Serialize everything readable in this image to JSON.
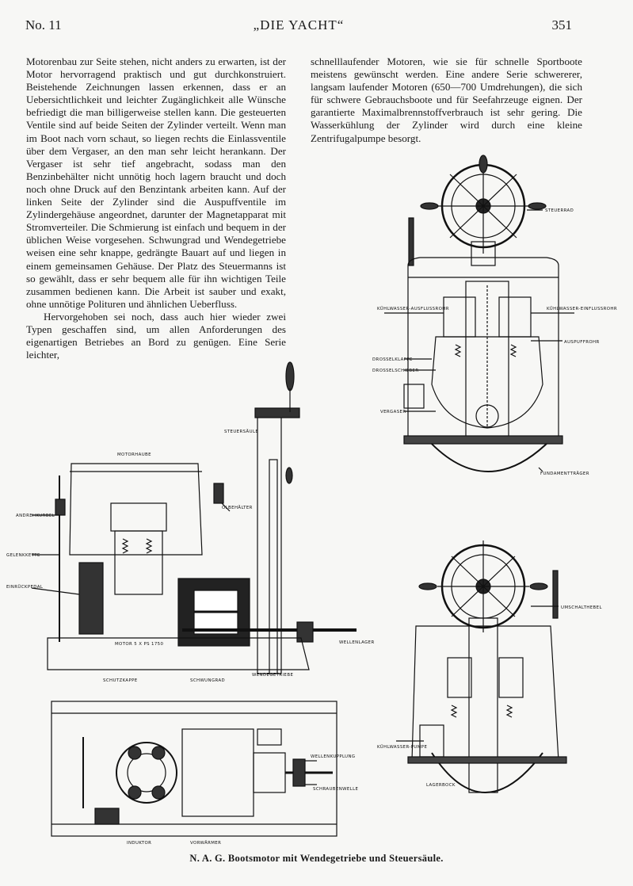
{
  "header": {
    "issue": "No. 11",
    "journal": "„DIE YACHT“",
    "page": "351"
  },
  "body": {
    "left_p1": "Motorenbau zur Seite stehen, nicht anders zu erwarten, ist der Motor hervorragend praktisch und gut durchkonstruiert. Beistehende Zeichnungen lassen erkennen, dass er an Uebersichtlichkeit und leichter Zugänglichkeit alle Wünsche befriedigt die man billigerweise stellen kann. Die gesteuerten Ventile sind auf beide Seiten der Zylinder verteilt. Wenn man im Boot nach vorn schaut, so liegen rechts die Einlassventile über dem Vergaser, an den man sehr leicht herankann. Der Vergaser ist sehr tief angebracht, sodass man den Benzinbehälter nicht unnötig hoch lagern braucht und doch noch ohne Druck auf den Benzintank arbeiten kann. Auf der linken Seite der Zylinder sind die Auspuffventile im Zylindergehäuse angeordnet, darunter der Magnetapparat mit Stromverteiler. Die Schmierung ist einfach und bequem in der üblichen Weise vorgesehen. Schwungrad und Wendegetriebe weisen eine sehr knappe, gedrängte Bauart auf und liegen in einem gemeinsamen Gehäuse. Der Platz des Steuermanns ist so gewählt, dass er sehr bequem alle für ihn wichtigen Teile zusammen bedienen kann. Die Arbeit ist sauber und exakt, ohne unnötige Polituren und ähnlichen Ueberfluss.",
    "left_p2": "Hervorgehoben sei noch, dass auch hier wieder zwei Typen geschaffen sind, um allen Anforderungen des eigenartigen Betriebes an Bord zu genügen. Eine Serie leichter,",
    "right_p1": "schnelllaufender Motoren, wie sie für schnelle Sportboote meistens gewünscht werden. Eine andere Serie schwererer, langsam laufender Motoren (650—700 Umdrehungen), die sich für schwere Gebrauchsboote und für Seefahrzeuge eignen. Der garantierte Maximalbrennstoffverbrauch ist sehr gering. Die Wasserkühlung der Zylinder wird durch eine kleine Zentrifugalpumpe besorgt."
  },
  "figure_labels": {
    "steuerrad": "STEUERRAD",
    "kuehlwasser_ausfluss": "KÜHLWASSER-AUSFLUSSROHR",
    "kuehlwasser_einfluss": "KÜHLWASSER-EINFLUSSROHR",
    "auspuffrohr": "AUSPUFFROHR",
    "drosselklappe": "DROSSELKLAPPE",
    "drosselschieber": "DROSSELSCHIEBER",
    "vergaser": "VERGASER",
    "fundamenttraeger": "FUNDAMENTTRÄGER",
    "steuersaeule": "STEUERSÄULE",
    "motorhaube": "MOTORHAUBE",
    "andrehkurbel": "ANDREHKURBEL",
    "oelbehaelter": "ÖLBEHÄLTER",
    "gelenkkette": "GELENKKETTE",
    "einrueckpedal": "EINRÜCKPEDAL",
    "motor_ps": "MOTOR 5 X PS 1750",
    "wellenlager": "WELLENLAGER",
    "schutzkappe": "SCHUTZKAPPE",
    "schwungrad": "SCHWUNGRAD",
    "wendegetriebe": "WENDEGETRIEBE",
    "umschalthebel": "UMSCHALTHEBEL",
    "wellenkupplung": "WELLENKUPPLUNG",
    "schraubenwelle": "SCHRAUBENWELLE",
    "induktor": "INDUKTOR",
    "vorwaermer": "VORWÄRMER",
    "kuehlwasserpumpe": "KÜHLWASSER-PUMPE",
    "lagerbock": "LAGERBOCK"
  },
  "caption": "N. A. G. Bootsmotor mit Wendegetriebe und Steuersäule."
}
